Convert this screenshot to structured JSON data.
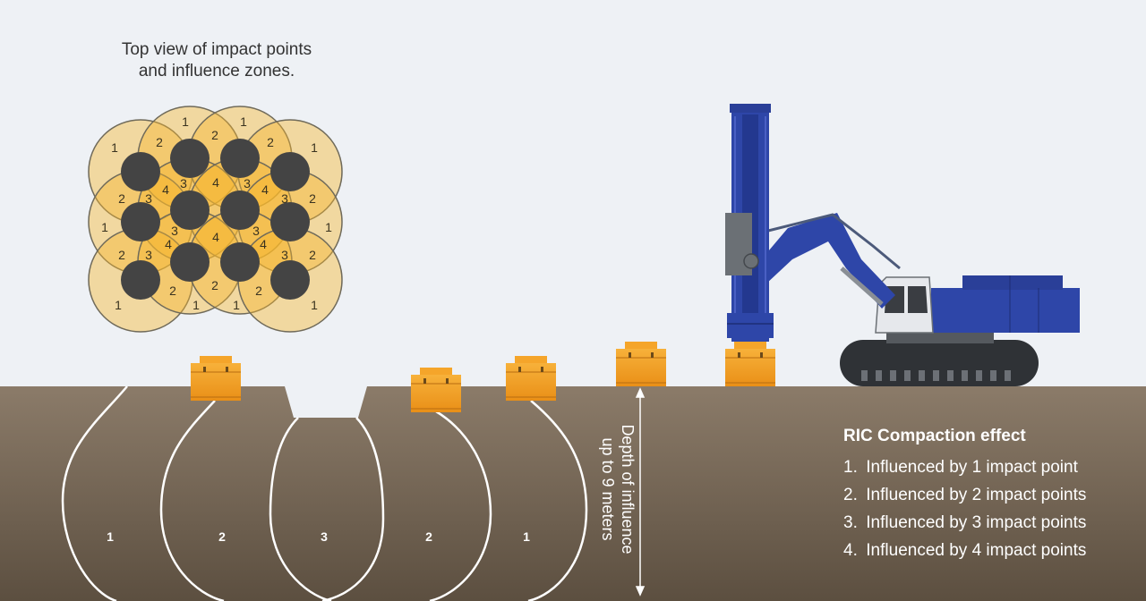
{
  "top_view": {
    "title_line1": "Top view of impact points",
    "title_line2": "and influence zones.",
    "zone_numbers": [
      "1",
      "2",
      "3",
      "4"
    ]
  },
  "profile": {
    "bulb_labels": [
      "1",
      "2",
      "3",
      "2",
      "1"
    ],
    "depth_line1": "Depth of influence",
    "depth_line2": "up to 9 meters"
  },
  "legend": {
    "title": "RIC Compaction effect",
    "items": [
      {
        "num": "1.",
        "text": "Influenced by 1 impact point"
      },
      {
        "num": "2.",
        "text": "Influenced by 2 impact points"
      },
      {
        "num": "3.",
        "text": "Influenced by 3 impact points"
      },
      {
        "num": "4.",
        "text": "Influenced by 4 impact points"
      }
    ]
  },
  "colors": {
    "sky": "#eef1f5",
    "soil_top": "#8a7a68",
    "soil_bottom": "#5e5141",
    "zone_fill": "#f5b52a",
    "impact_point": "#444444",
    "foot": "#f4a024",
    "rig_blue": "#2e46a8",
    "rig_grey": "#6b7075"
  }
}
